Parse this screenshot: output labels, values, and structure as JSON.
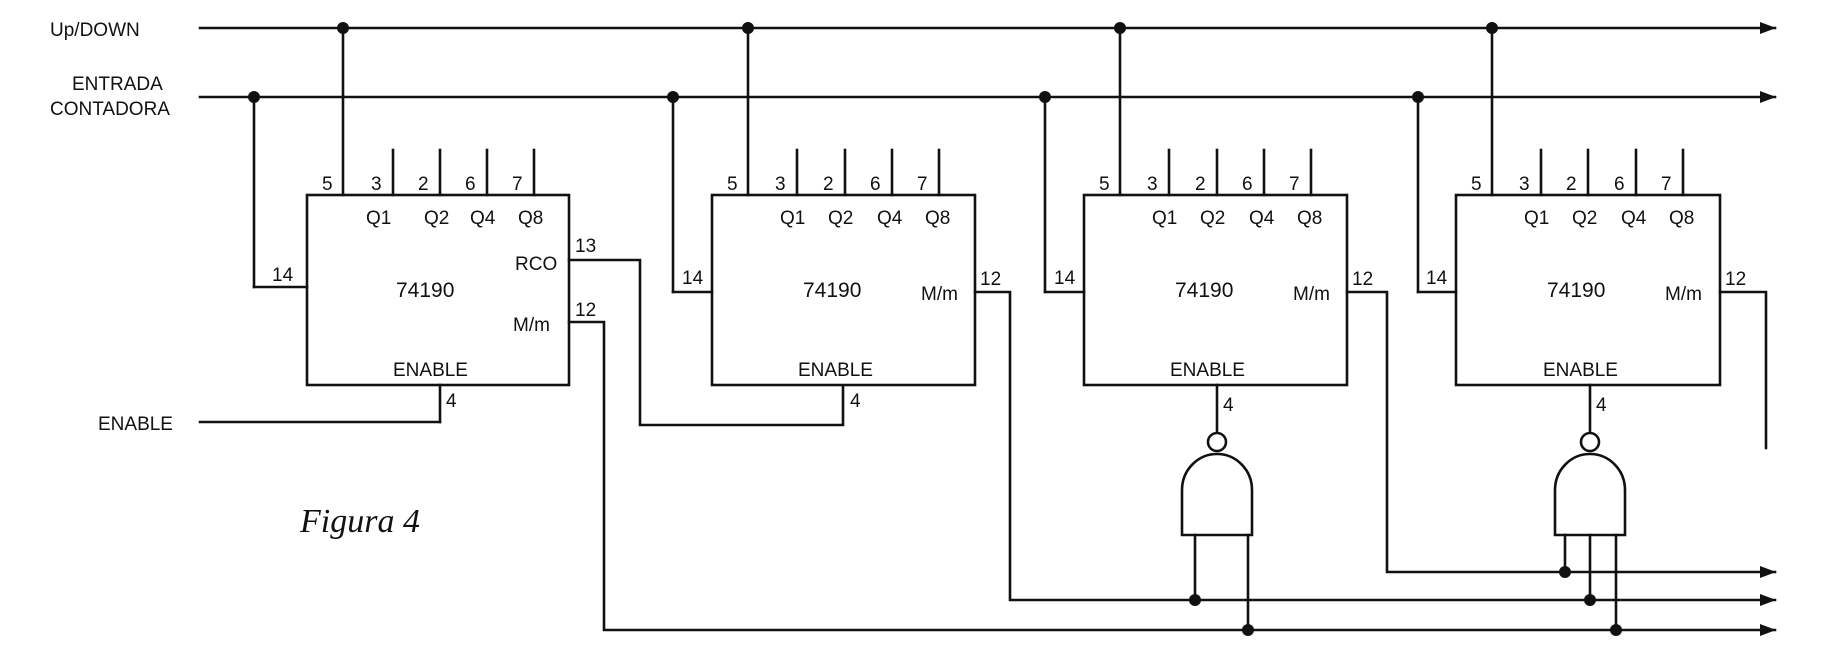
{
  "signals": {
    "up_down": "Up/DOWN",
    "counter_input_line1": "ENTRADA",
    "counter_input_line2": "CONTADORA",
    "enable": "ENABLE"
  },
  "figure_caption": "Figura 4",
  "counters": [
    {
      "part": "74190",
      "top_pins": [
        "5",
        "3",
        "2",
        "6",
        "7"
      ],
      "outputs": [
        "Q1",
        "Q2",
        "Q4",
        "Q8"
      ],
      "clock_pin": "14",
      "enable_label": "ENABLE",
      "enable_pin": "4",
      "rco_label": "RCO",
      "rco_pin": "13",
      "maxmin_label": "M/m",
      "maxmin_pin": "12"
    },
    {
      "part": "74190",
      "top_pins": [
        "5",
        "3",
        "2",
        "6",
        "7"
      ],
      "outputs": [
        "Q1",
        "Q2",
        "Q4",
        "Q8"
      ],
      "clock_pin": "14",
      "enable_label": "ENABLE",
      "enable_pin": "4",
      "maxmin_label": "M/m",
      "maxmin_pin": "12"
    },
    {
      "part": "74190",
      "top_pins": [
        "5",
        "3",
        "2",
        "6",
        "7"
      ],
      "outputs": [
        "Q1",
        "Q2",
        "Q4",
        "Q8"
      ],
      "clock_pin": "14",
      "enable_label": "ENABLE",
      "enable_pin": "4",
      "maxmin_label": "M/m",
      "maxmin_pin": "12"
    },
    {
      "part": "74190",
      "top_pins": [
        "5",
        "3",
        "2",
        "6",
        "7"
      ],
      "outputs": [
        "Q1",
        "Q2",
        "Q4",
        "Q8"
      ],
      "clock_pin": "14",
      "enable_label": "ENABLE",
      "enable_pin": "4",
      "maxmin_label": "M/m",
      "maxmin_pin": "12"
    }
  ],
  "colors": {
    "ink": "#111111",
    "paper": "#ffffff"
  }
}
